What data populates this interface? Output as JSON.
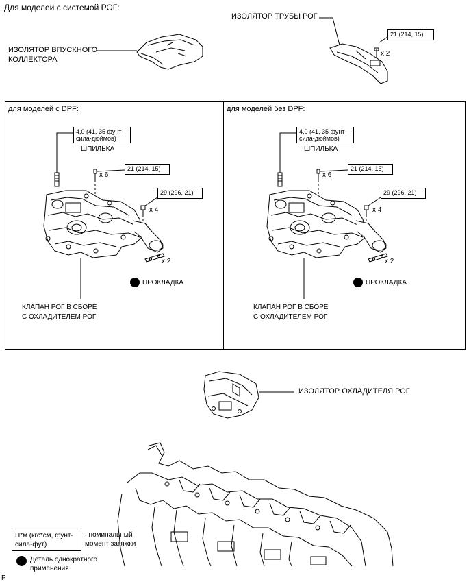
{
  "header": {
    "egr_models": "Для моделей с системой РОГ:"
  },
  "top": {
    "intake_insulator": [
      "ИЗОЛЯТОР ВПУСКНОГО",
      "КОЛЛЕКТОРА"
    ],
    "egr_pipe_insulator": "ИЗОЛЯТОР ТРУБЫ РОГ",
    "pipe_torque": "21 (214, 15)",
    "pipe_count": "x 2"
  },
  "panel_dpf": {
    "title": "для моделей с DPF:",
    "stud_torque": [
      "4,0 (41, 35 фунт-",
      "сила-дюймов)"
    ],
    "stud_label": "ШПИЛЬКА",
    "bolt_torque": "21 (214, 15)",
    "bolt_count": "x 6",
    "nut_torque": "29 (296, 21)",
    "nut_count": "x 4",
    "gasket_count": "x 2",
    "gasket_label": "ПРОКЛАДКА",
    "valve_label": [
      "КЛАПАН РОГ В СБОРЕ",
      "С ОХЛАДИТЕЛЕМ РОГ"
    ]
  },
  "panel_nodpf": {
    "title": "для моделей без DPF:",
    "stud_torque": [
      "4,0 (41, 35 фунт-",
      "сила-дюймов)"
    ],
    "stud_label": "ШПИЛЬКА",
    "bolt_torque": "21 (214, 15)",
    "bolt_count": "x 6",
    "nut_torque": "29 (296, 21)",
    "nut_count": "x 4",
    "gasket_count": "x 2",
    "gasket_label": "ПРОКЛАДКА",
    "valve_label": [
      "КЛАПАН РОГ В СБОРЕ",
      "С ОХЛАДИТЕЛЕМ РОГ"
    ]
  },
  "cooler": {
    "label": "ИЗОЛЯТОР ОХЛАДИТЕЛЯ РОГ"
  },
  "legend": {
    "torque_box": [
      "Н*м (кгс*см, фунт-",
      "сила-фут)"
    ],
    "torque_desc": [
      ": номинальный",
      "момент затяжки"
    ],
    "nonreusable": [
      "Деталь однократного",
      "применения"
    ]
  },
  "footer": {
    "code": "P"
  }
}
